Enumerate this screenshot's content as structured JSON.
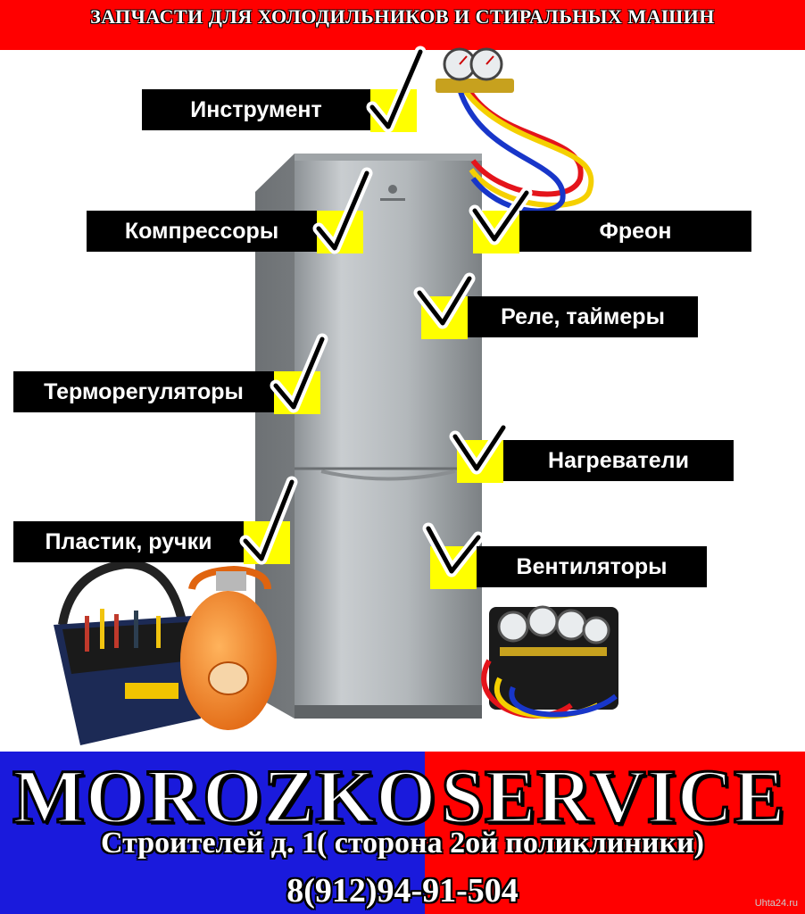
{
  "banner": {
    "text": "ЗАПЧАСТИ ДЛЯ ХОЛОДИЛЬНИКОВ И СТИРАЛЬНЫХ МАШИН"
  },
  "labels": {
    "instrument": "Инструмент",
    "compressors": "Компрессоры",
    "freon": "Фреон",
    "relays": "Реле, таймеры",
    "thermostats": "Терморегуляторы",
    "heaters": "Нагреватели",
    "plastic": "Пластик, ручки",
    "fans": "Вентиляторы"
  },
  "footer": {
    "brand_left": "MOROZKO",
    "brand_right": "SERVICE",
    "address": "Строителей д. 1( сторона 2ой поликлиники)",
    "phone": "8(912)94-91-504"
  },
  "watermark": "Uhta24.ru",
  "colors": {
    "red": "#ff0000",
    "blue": "#1a1adc",
    "yellow": "#ffff00",
    "black": "#000000"
  }
}
